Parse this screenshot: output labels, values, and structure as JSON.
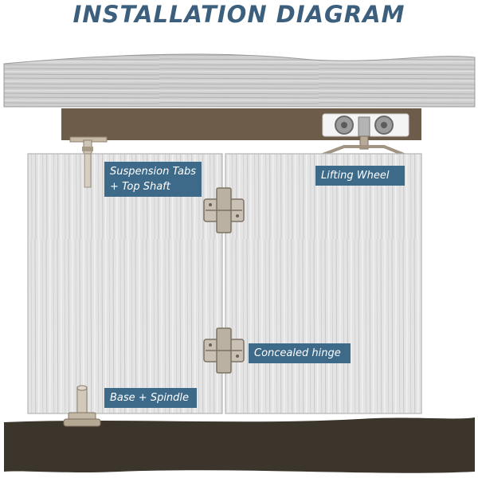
{
  "title": "INSTALLATION DIAGRAM",
  "labels": {
    "suspension_line1": "Suspension Tabs",
    "suspension_line2": "+ Top Shaft",
    "lifting_wheel": "Lifting Wheel",
    "concealed_hinge": "Concealed hinge",
    "base_spindle": "Base + Spindle"
  },
  "colors": {
    "title": "#3b5f7d",
    "callout_bg": "#3e6a8a",
    "callout_text": "#ffffff",
    "track": "#6e5c4a",
    "floor": "#3b352c",
    "panel": "#e6e6e6",
    "wood": "#c9c9c9",
    "hardware": "#bdb6ac"
  }
}
